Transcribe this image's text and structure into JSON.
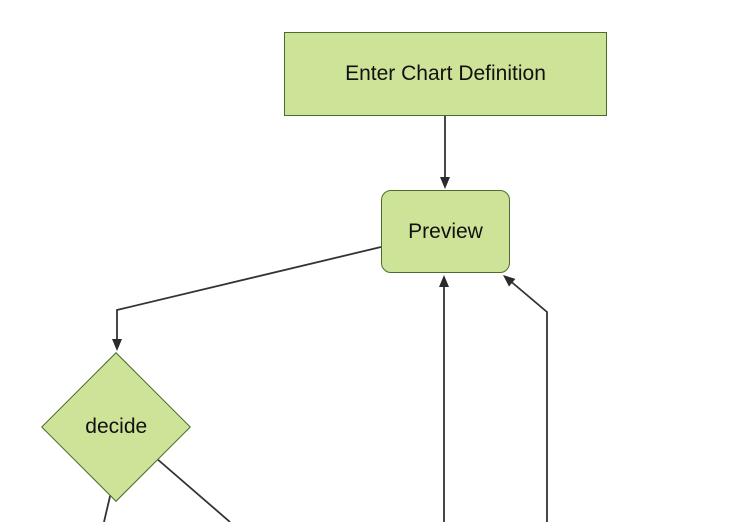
{
  "diagram": {
    "type": "flowchart",
    "direction": "top-down",
    "nodes": [
      {
        "id": "A",
        "label": "Enter Chart Definition",
        "shape": "rectangle"
      },
      {
        "id": "B",
        "label": "Preview",
        "shape": "rounded-rectangle"
      },
      {
        "id": "C",
        "label": "decide",
        "shape": "diamond"
      }
    ],
    "edges": [
      {
        "from": "A",
        "to": "B",
        "arrow": true
      },
      {
        "from": "B",
        "to": "C",
        "arrow": true
      },
      {
        "from": "offscreen-bottom-center",
        "to": "B",
        "arrow": true
      },
      {
        "from": "offscreen-bottom-right",
        "to": "B",
        "arrow": true
      },
      {
        "from": "C",
        "to": "offscreen-bottom-left",
        "arrow": false
      },
      {
        "from": "C",
        "to": "offscreen-bottom-right",
        "arrow": false
      }
    ],
    "colors": {
      "node_fill": "#cde498",
      "node_border": "#4a6d2e",
      "edge_stroke": "#333333",
      "arrowhead": "#2b2b2b",
      "background": "#ffffff",
      "text": "#111111"
    }
  }
}
